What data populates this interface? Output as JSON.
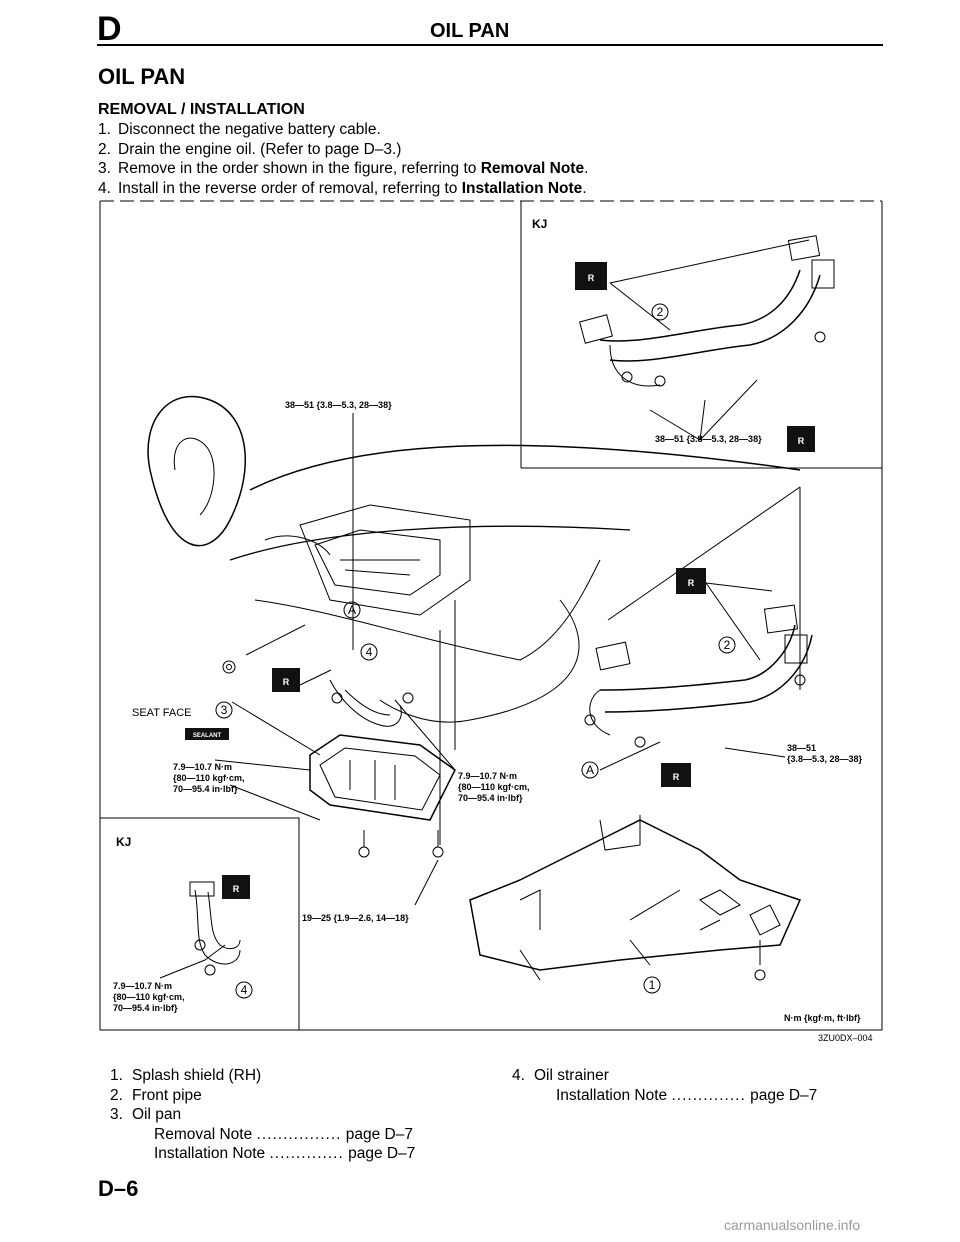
{
  "header": {
    "section_letter": "D",
    "title": "OIL PAN"
  },
  "section_title": "OIL PAN",
  "subsection_title": "REMOVAL / INSTALLATION",
  "steps": [
    {
      "num": "1.",
      "text": "Disconnect the negative battery cable.",
      "bold": "",
      "end": ""
    },
    {
      "num": "2.",
      "text": "Drain the engine oil. (Refer to page D–3.)",
      "bold": "",
      "end": ""
    },
    {
      "num": "3.",
      "text": "Remove in the order shown in the figure, referring to ",
      "bold": "Removal Note",
      "end": "."
    },
    {
      "num": "4.",
      "text": "Install in the reverse order of removal, referring to ",
      "bold": "Installation Note",
      "end": "."
    }
  ],
  "figure": {
    "kj_label": "KJ",
    "torque_38_51": "38—51 {3.8—5.3, 28—38}",
    "torque_38_51_b": "38—51 {3.8—5.3, 28—38}",
    "torque_38_51_right_a": "38—51",
    "torque_38_51_right_b": "{3.8—5.3, 28—38}",
    "torque_7_9_a": "7.9—10.7 N·m",
    "torque_7_9_b": "{80—110 kgf·cm,",
    "torque_7_9_c": "70—95.4 in·lbf}",
    "torque_19_25": "19—25 {1.9—2.6, 14—18}",
    "seat_face": "SEAT FACE",
    "sealant": "SEALANT",
    "badge_r": "R",
    "callout_1": "1",
    "callout_2": "2",
    "callout_3": "3",
    "callout_4": "4",
    "callout_a": "A",
    "units": "N·m {kgf·m, ft·lbf}",
    "figure_id": "3ZU0DX–004"
  },
  "legend": {
    "left": [
      {
        "num": "1.",
        "text": "Splash shield (RH)"
      },
      {
        "num": "2.",
        "text": "Front pipe"
      },
      {
        "num": "3.",
        "text": "Oil pan"
      }
    ],
    "left_notes": [
      {
        "label": "Removal Note",
        "dots": "................",
        "page": "page D–7"
      },
      {
        "label": "Installation Note",
        "dots": "..............",
        "page": "page D–7"
      }
    ],
    "right": {
      "num": "4.",
      "text": "Oil strainer"
    },
    "right_notes": [
      {
        "label": "Installation Note",
        "dots": "..............",
        "page": "page D–7"
      }
    ]
  },
  "footer": {
    "page": "D–6"
  },
  "watermark": "carmanualsonline.info"
}
